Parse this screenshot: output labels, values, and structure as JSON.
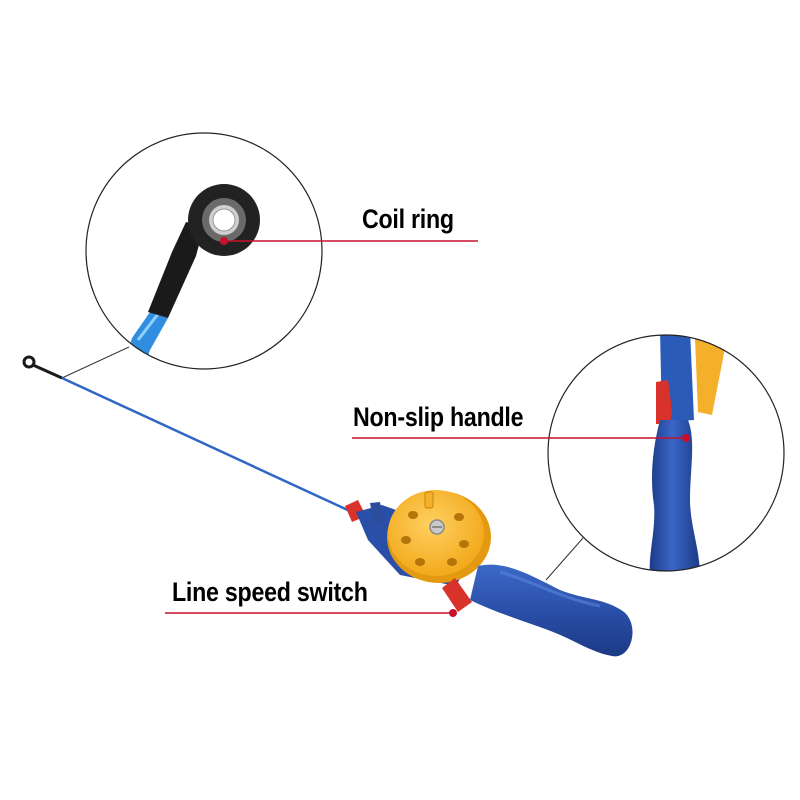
{
  "labels": {
    "coil_ring": "Coil ring",
    "non_slip_handle": "Non-slip handle",
    "line_speed_switch": "Line speed switch"
  },
  "colors": {
    "callout_line": "#c8102e",
    "rod_blue": "#2f67c4",
    "handle_blue": "#2a4fa8",
    "reel_yellow": "#f7b62a",
    "switch_red": "#d8322a",
    "guide_black": "#1a1a1a"
  }
}
